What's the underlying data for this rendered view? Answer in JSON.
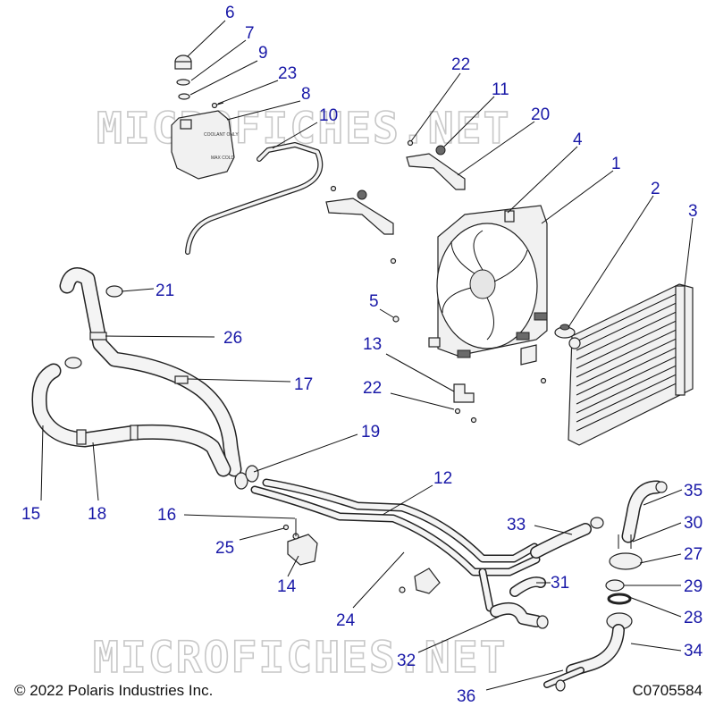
{
  "watermark": "MICROFICHES.NET",
  "footer": {
    "copyright": "© 2022 Polaris Industries Inc.",
    "drawing_id": "C0705584"
  },
  "labels": {
    "coolant_bottle_line1": "COOLANT ONLY",
    "coolant_bottle_line2": "MAX COLD"
  },
  "callouts": [
    "1",
    "2",
    "3",
    "4",
    "5",
    "6",
    "7",
    "8",
    "9",
    "10",
    "11",
    "12",
    "13",
    "14",
    "15",
    "16",
    "17",
    "18",
    "19",
    "20",
    "21",
    "22",
    "23",
    "24",
    "25",
    "26",
    "27",
    "28",
    "29",
    "30",
    "31",
    "32",
    "33",
    "34",
    "35",
    "36"
  ]
}
